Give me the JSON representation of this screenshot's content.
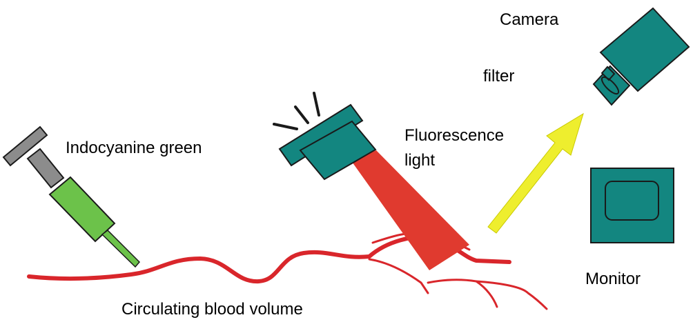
{
  "labels": {
    "camera": "Camera",
    "filter": "filter",
    "fluorescence_line1": "Fluorescence",
    "fluorescence_line2": "light",
    "indocyanine": "Indocyanine green",
    "monitor": "Monitor",
    "blood": "Circulating blood volume"
  },
  "colors": {
    "teal": "#138680",
    "syringe_green": "#6cc24a",
    "syringe_gray": "#8c8c8c",
    "blood_red": "#d9262b",
    "beam_red": "#e03a2f",
    "arrow_yellow": "#eeee2e",
    "outline": "#1a1a1a"
  }
}
